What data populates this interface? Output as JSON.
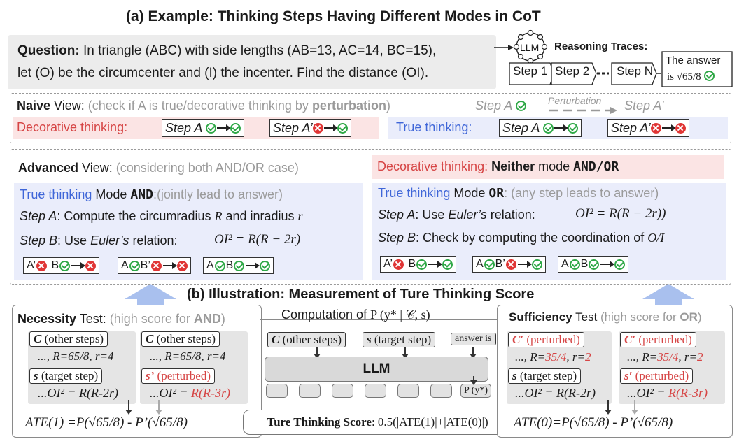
{
  "title_a": "(a) Example: Thinking Steps Having Different Modes in CoT",
  "question": {
    "label": "Question:",
    "line1": " In triangle (ABC) with side lengths (AB=13, AC=14, BC=15),",
    "line2": "let (O) be the circumcenter and (I) the incenter. Find the distance (OI)."
  },
  "traces": {
    "llm": "LLM",
    "label": "Reasoning Traces:",
    "step1": "Step 1",
    "step2": "Step 2",
    "stepN": "Step N",
    "answer_line1": "The answer",
    "answer_line2": "is √65/8"
  },
  "naive": {
    "title_bold": "Naive",
    "title_rest": " View:",
    "note_pre": "(check if A is true/decorative thinking by ",
    "note_bold": "perturbation",
    "note_post": ")",
    "stepA": "Step A",
    "perturbation": "Perturbation",
    "stepA_prime": "Step A’",
    "decorative_label": "Decorative thinking:",
    "true_label": "True thinking:",
    "box_stepA": "Step A",
    "box_stepA_prime": "Step A’"
  },
  "advanced": {
    "title_bold": "Advanced",
    "title_rest": " View:",
    "note": "(considering both AND/OR case)",
    "and": {
      "true_label": "True thinking",
      "mode_text": " Mode ",
      "mode_name": "AND",
      "mode_note": ":(jointly lead to answer)",
      "stepA_label": "Step A",
      "stepA_text": ": Compute the circumradius ",
      "stepA_R": "R",
      "stepA_and": " and inradius ",
      "stepA_r": "r",
      "stepB_label": "Step B",
      "stepB_text": ": Use ",
      "stepB_euler": "Euler’s",
      "stepB_rel": " relation:",
      "formula": "OI² = R(R − 2r)",
      "combo1_A": "A’",
      "combo1_B": "B",
      "combo2_A": "A",
      "combo2_B": "B’",
      "combo3_A": "A",
      "combo3_B": "B"
    },
    "neither": {
      "decorative_label": "Decorative thinking:",
      "neither": "Neither",
      "mode": " mode ",
      "and_or": "AND/OR"
    },
    "or": {
      "true_label": "True thinking",
      "mode_text": " Mode ",
      "mode_name": "OR",
      "mode_note": ": (any step leads to answer)",
      "stepA_label": "Step A",
      "stepA_text": ": Use ",
      "stepA_euler": "Euler’s",
      "stepA_rel": " relation:",
      "formula": "OI² = R(R − 2r))",
      "stepB_label": "Step B",
      "stepB_text": ": Check by computing the coordination of ",
      "stepB_oi": "O/I",
      "combo1_A": "A’",
      "combo1_B": "B",
      "combo2_A": "A",
      "combo2_B": "B’",
      "combo3_A": "A",
      "combo3_B": "B"
    }
  },
  "title_b": "(b)  Illustration: Measurement of Ture Thinking Score",
  "necessity": {
    "title_bold": "Necessity",
    "title_rest": " Test:",
    "note_pre": "(high score for ",
    "note_bold": "AND",
    "note_post": ")",
    "c_tag_sym": "C",
    "c_tag_text": " (other steps)",
    "c_values": "..., R=65/8, r=4",
    "s_tag_sym": "s",
    "s_tag_text": " (target step)",
    "s_formula": "...OI² = R(R-2r)",
    "c2_tag_sym": "C",
    "c2_tag_text": " (other steps)",
    "c2_values": "..., R=65/8, r=4",
    "s2_tag_sym": "s’",
    "s2_tag_text": " (perturbed)",
    "s2_formula_pre": "...OI² = ",
    "s2_formula_red": "R(R-3r)",
    "ate_left": "ATE(1) =P(√65/8)",
    "ate_minus": " - ",
    "ate_right": "P’(√65/8)"
  },
  "computation": {
    "title_pre": "Computation of  ",
    "title_math": "P (y* | 𝒞, s)",
    "c_tag_sym": "C",
    "c_tag_text": " (other steps)",
    "s_tag_sym": "s",
    "s_tag_text": " (target step)",
    "answer_tag": "answer is",
    "llm": "LLM",
    "output_node": "P (y*)"
  },
  "score": {
    "label": "Ture Thinking Score",
    "formula": ": 0.5(|ATE(1)|+|ATE(0)|)"
  },
  "sufficiency": {
    "title_bold": "Sufficiency",
    "title_rest": " Test",
    "note_pre": " (high score for ",
    "note_bold": "OR",
    "note_post": ")",
    "c_tag_sym": "C′",
    "c_tag_text": " (perturbed)",
    "c_values_pre": "..., R=",
    "c_values_R": "35/4",
    "c_values_mid": ", r=",
    "c_values_r": "2",
    "s_tag_sym": "s",
    "s_tag_text": " (target step)",
    "s_formula": "...OI² = R(R-2r)",
    "c2_tag_sym": "C′",
    "c2_tag_text": " (perturbed)",
    "c2_values_pre": "..., R=",
    "c2_values_R": "35/4",
    "c2_values_mid": ", r=",
    "c2_values_r": "2",
    "s2_tag_sym": "s′",
    "s2_tag_text": " (perturbed)",
    "s2_formula_pre": "...OI² = ",
    "s2_formula_red": "R(R-3r)",
    "ate_left": "ATE(0)=P(√65/8)",
    "ate_minus": " - ",
    "ate_right": "P’(√65/8)"
  }
}
